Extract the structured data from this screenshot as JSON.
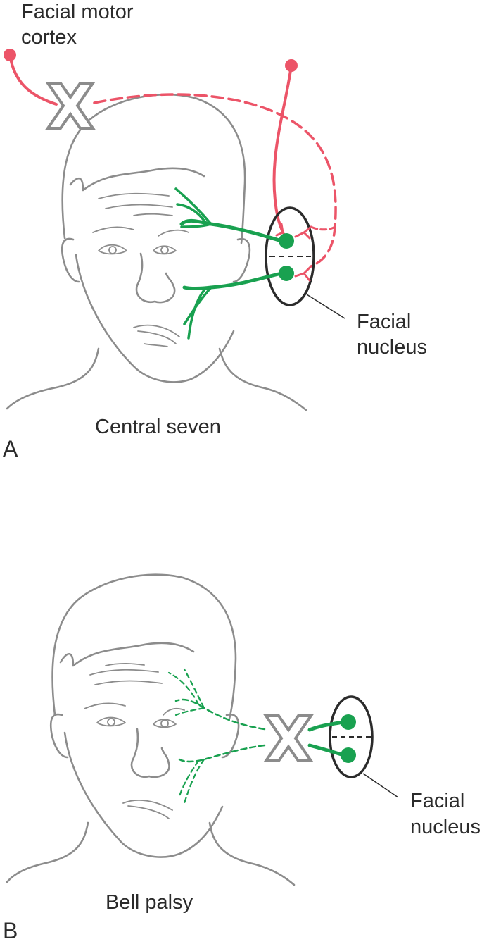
{
  "panel_a": {
    "letter": "A",
    "caption": "Central seven",
    "cortex_label": [
      "Facial motor",
      "cortex"
    ],
    "nucleus_label": [
      "Facial",
      "nucleus"
    ],
    "lesion_mark": "X"
  },
  "panel_b": {
    "letter": "B",
    "caption": "Bell palsy",
    "nucleus_label": [
      "Facial",
      "nucleus"
    ],
    "lesion_mark": "X"
  },
  "colors": {
    "upper_motor_neuron": "#ec5468",
    "lower_motor_neuron": "#19a150",
    "sketch": "#8c8c8c",
    "outline": "#2b2b2b"
  }
}
